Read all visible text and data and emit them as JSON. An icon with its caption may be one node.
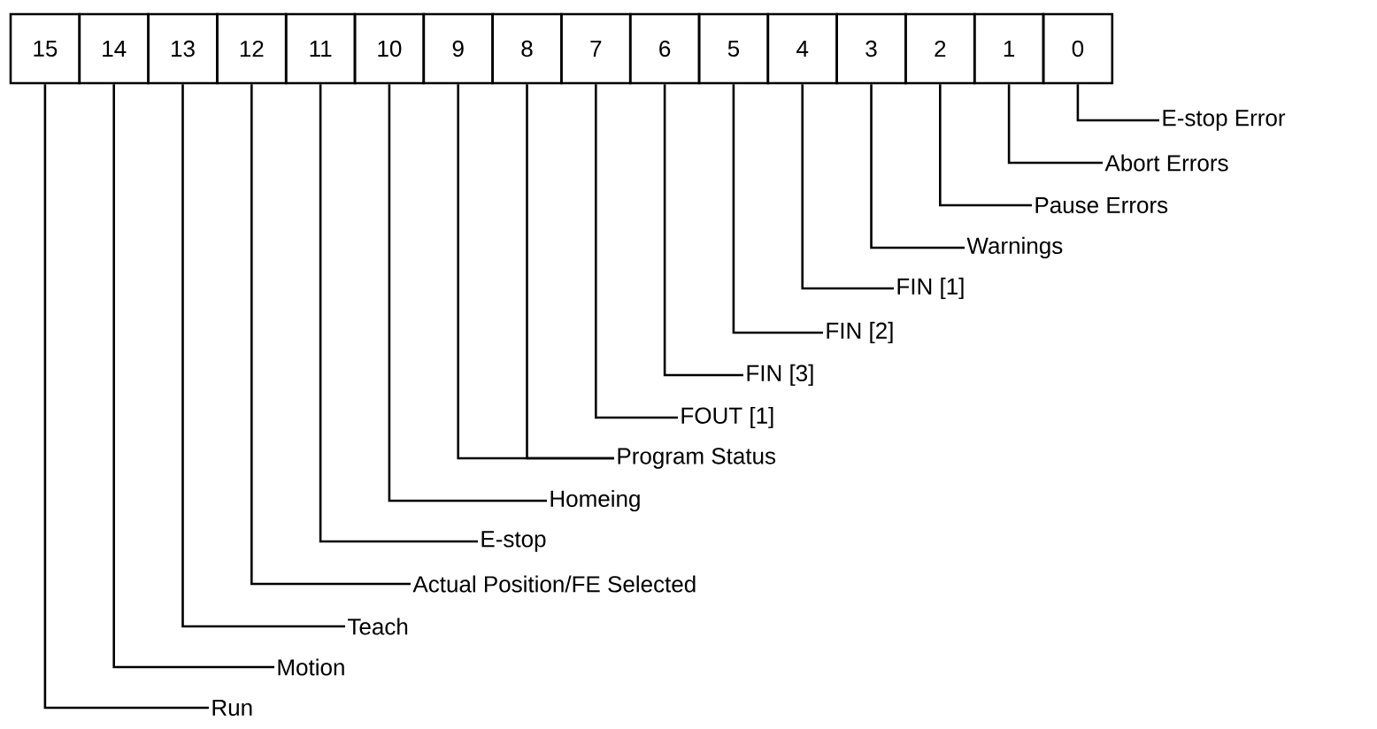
{
  "diagram": {
    "nodes": [
      {
        "text": [
          "15"
        ]
      },
      {
        "text": [
          "14"
        ]
      },
      {
        "text": [
          "13"
        ]
      },
      {
        "text": [
          "12"
        ]
      },
      {
        "text": [
          "11"
        ]
      },
      {
        "text": [
          "10"
        ]
      },
      {
        "text": [
          "9"
        ]
      },
      {
        "text": [
          "8"
        ]
      },
      {
        "text": [
          "7"
        ]
      },
      {
        "text": [
          "6"
        ]
      },
      {
        "text": [
          "5"
        ]
      },
      {
        "text": [
          "4"
        ]
      },
      {
        "text": [
          "3"
        ]
      },
      {
        "text": [
          "2"
        ]
      },
      {
        "text": [
          "1"
        ]
      },
      {
        "text": [
          "0"
        ]
      },
      {
        "text": [
          "E-stop Error"
        ]
      },
      {
        "text": [
          "Abort Errors"
        ]
      },
      {
        "text": [
          "Pause Errors"
        ]
      },
      {
        "text": [
          "Warnings"
        ]
      },
      {
        "text": [
          "FIN [1]"
        ]
      },
      {
        "text": [
          "FIN [2]"
        ]
      },
      {
        "text": [
          "FIN [3]"
        ]
      },
      {
        "text": [
          "FOUT [1]"
        ]
      },
      {
        "text": [
          "Program Status"
        ]
      },
      {
        "text": [
          "Homeing"
        ]
      },
      {
        "text": [
          "E-stop"
        ]
      },
      {
        "text": [
          "Actual Position/FE Selected"
        ]
      },
      {
        "text": [
          "Teach"
        ]
      },
      {
        "text": [
          "Motion"
        ]
      },
      {
        "text": [
          "Run"
        ]
      }
    ],
    "edges": [
      {
        "from": 15,
        "to": 16,
        "arrow": "none"
      },
      {
        "from": 14,
        "to": 17,
        "arrow": "none"
      },
      {
        "from": 13,
        "to": 18,
        "arrow": "none"
      },
      {
        "from": 12,
        "to": 19,
        "arrow": "none"
      },
      {
        "from": 11,
        "to": 20,
        "arrow": "none"
      },
      {
        "from": 10,
        "to": 21,
        "arrow": "none"
      },
      {
        "from": 9,
        "to": 22,
        "arrow": "none"
      },
      {
        "from": 8,
        "to": 23,
        "arrow": "none"
      },
      {
        "from": 7,
        "to": 24,
        "arrow": "none"
      },
      {
        "from": 6,
        "to": 24,
        "arrow": "none"
      },
      {
        "from": 5,
        "to": 25,
        "arrow": "none"
      },
      {
        "from": 4,
        "to": 26,
        "arrow": "none"
      },
      {
        "from": 3,
        "to": 27,
        "arrow": "none"
      },
      {
        "from": 2,
        "to": 28,
        "arrow": "none"
      },
      {
        "from": 1,
        "to": 29,
        "arrow": "none"
      },
      {
        "from": 0,
        "to": 30,
        "arrow": "none"
      }
    ]
  }
}
